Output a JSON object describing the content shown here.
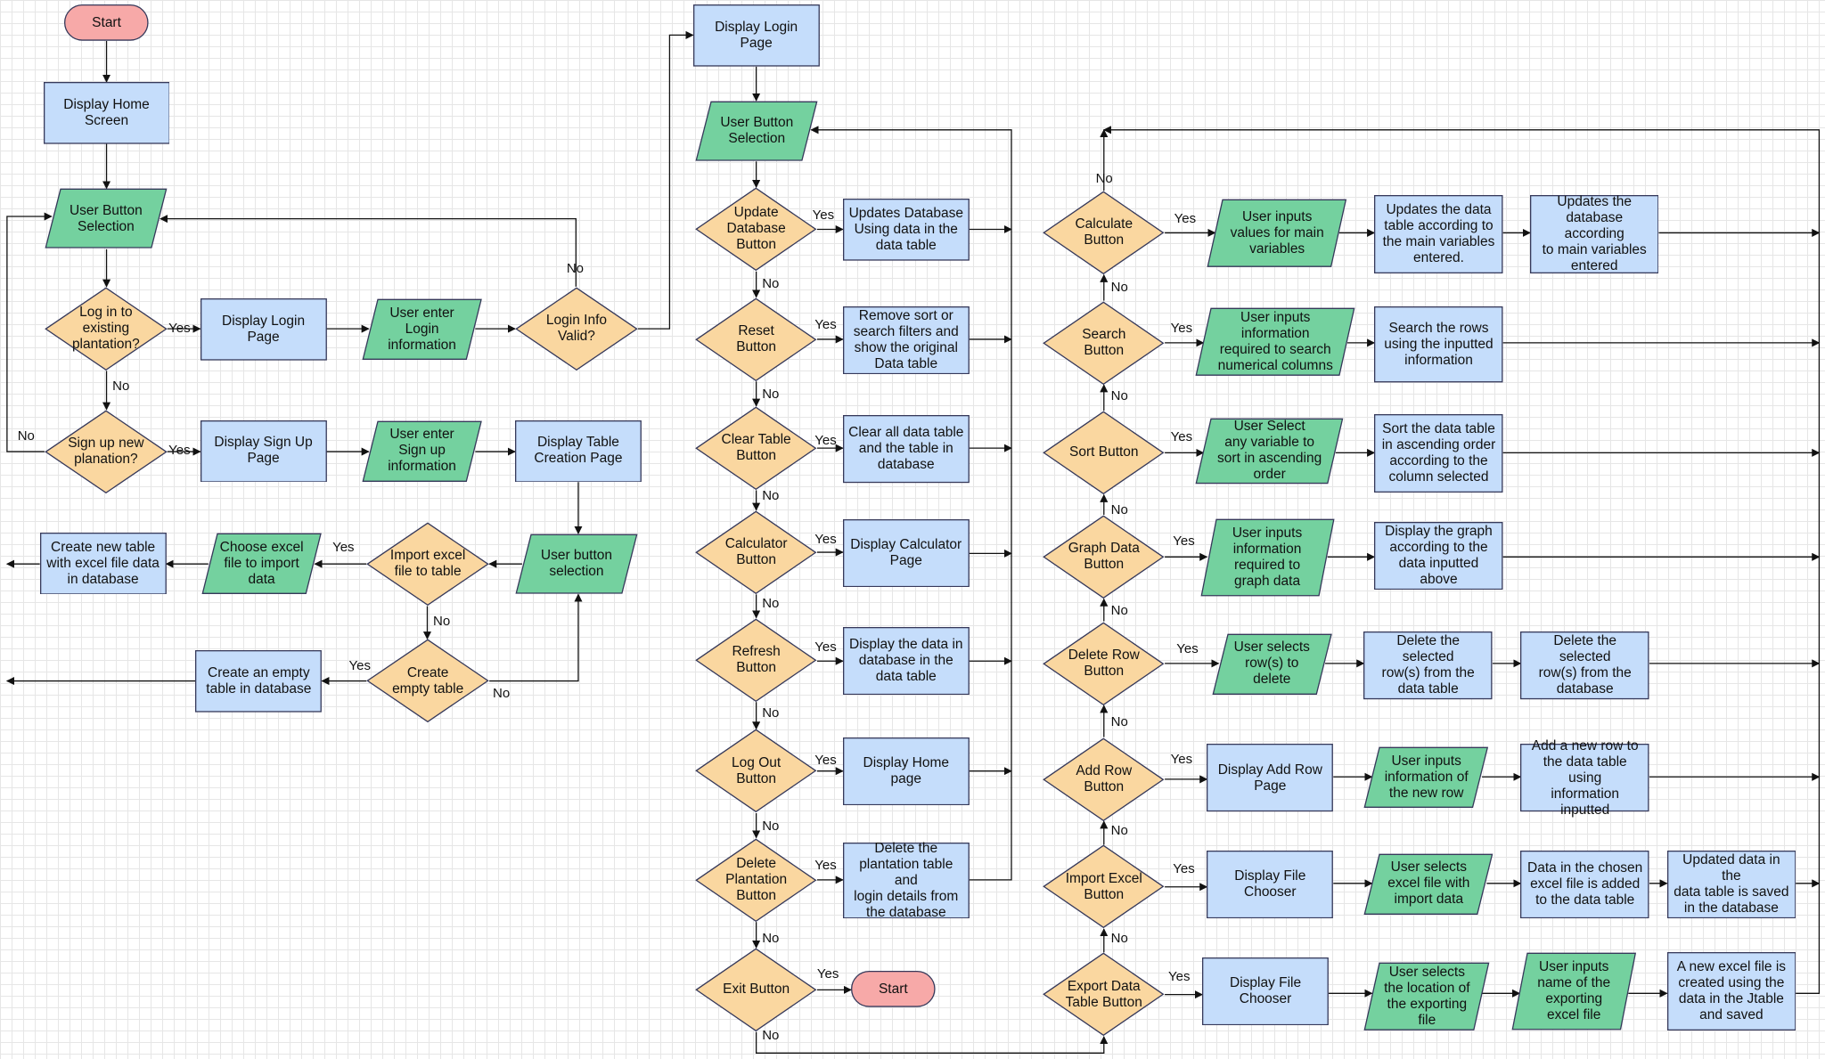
{
  "colors": {
    "terminal_fill": "#f7a9a8",
    "process_fill": "#c5ddfb",
    "decision_fill": "#fad7a0",
    "io_fill": "#74d19f",
    "stroke": "#36395a",
    "edge": "#111111"
  },
  "nodes": [
    {
      "id": "start1",
      "type": "terminal",
      "text": "Start"
    },
    {
      "id": "disp_home",
      "type": "process",
      "text": "Display Home\nScreen"
    },
    {
      "id": "ubs1",
      "type": "io",
      "text": "User Button\nSelection"
    },
    {
      "id": "d_login",
      "type": "decision",
      "text": "Log in to\nexisting\nplantation?"
    },
    {
      "id": "disp_login1",
      "type": "process",
      "text": "Display Login Page"
    },
    {
      "id": "user_login",
      "type": "io",
      "text": "User enter\nLogin\ninformation"
    },
    {
      "id": "d_valid",
      "type": "decision",
      "text": "Login Info\nValid?"
    },
    {
      "id": "d_signup",
      "type": "decision",
      "text": "Sign up new\nplanation?"
    },
    {
      "id": "disp_signup",
      "type": "process",
      "text": "Display Sign Up\nPage"
    },
    {
      "id": "user_signup",
      "type": "io",
      "text": "User enter\nSign up\ninformation"
    },
    {
      "id": "disp_table_create",
      "type": "process",
      "text": "Display Table\nCreation Page"
    },
    {
      "id": "ubs_small",
      "type": "io",
      "text": "User button\nselection"
    },
    {
      "id": "d_import",
      "type": "decision",
      "text": "Import excel\nfile to table"
    },
    {
      "id": "choose_excel",
      "type": "io",
      "text": "Choose excel\nfile to import\ndata"
    },
    {
      "id": "create_new_table",
      "type": "process",
      "text": "Create new table\nwith excel file data\nin database"
    },
    {
      "id": "d_empty",
      "type": "decision",
      "text": "Create\nempty table"
    },
    {
      "id": "create_empty",
      "type": "process",
      "text": "Create an empty\ntable in database"
    },
    {
      "id": "disp_login2",
      "type": "process",
      "text": "Display Login Page"
    },
    {
      "id": "ubs2",
      "type": "io",
      "text": "User Button\nSelection"
    },
    {
      "id": "d_update",
      "type": "decision",
      "text": "Update\nDatabase\nButton"
    },
    {
      "id": "p_update",
      "type": "process",
      "text": "Updates Database\nUsing data in the\ndata table"
    },
    {
      "id": "d_reset",
      "type": "decision",
      "text": "Reset\nButton"
    },
    {
      "id": "p_reset",
      "type": "process",
      "text": "Remove sort or\nsearch filters and\nshow the original\nData table"
    },
    {
      "id": "d_clear",
      "type": "decision",
      "text": "Clear Table\nButton"
    },
    {
      "id": "p_clear",
      "type": "process",
      "text": "Clear all data table\nand the table in\ndatabase"
    },
    {
      "id": "d_calc_btn",
      "type": "decision",
      "text": "Calculator\nButton"
    },
    {
      "id": "p_calc_page",
      "type": "process",
      "text": "Display Calculator\nPage"
    },
    {
      "id": "d_refresh",
      "type": "decision",
      "text": "Refresh\nButton"
    },
    {
      "id": "p_refresh",
      "type": "process",
      "text": "Display the data in\ndatabase in the\ndata table"
    },
    {
      "id": "d_logout",
      "type": "decision",
      "text": "Log Out\nButton"
    },
    {
      "id": "p_logout",
      "type": "process",
      "text": "Display Home page"
    },
    {
      "id": "d_delplant",
      "type": "decision",
      "text": "Delete\nPlantation\nButton"
    },
    {
      "id": "p_delplant",
      "type": "process",
      "text": "Delete the\nplantation table and\nlogin details from\nthe database"
    },
    {
      "id": "d_exit",
      "type": "decision",
      "text": "Exit Button"
    },
    {
      "id": "start2",
      "type": "terminal",
      "text": "Start"
    },
    {
      "id": "d_calculate",
      "type": "decision",
      "text": "Calculate\nButton"
    },
    {
      "id": "io_calc",
      "type": "io",
      "text": "User inputs\nvalues for main\nvariables"
    },
    {
      "id": "p_calc1",
      "type": "process",
      "text": "Updates the data\ntable according to\nthe main variables\nentered."
    },
    {
      "id": "p_calc2",
      "type": "process",
      "text": "Updates the\ndatabase according\nto main variables\nentered"
    },
    {
      "id": "d_search",
      "type": "decision",
      "text": "Search\nButton"
    },
    {
      "id": "io_search",
      "type": "io",
      "text": "User inputs\ninformation\nrequired to search\nnumerical columns"
    },
    {
      "id": "p_search",
      "type": "process",
      "text": "Search the rows\nusing the inputted\ninformation"
    },
    {
      "id": "d_sort",
      "type": "decision",
      "text": "Sort Button"
    },
    {
      "id": "io_sort",
      "type": "io",
      "text": "User Select\nany variable to\nsort in ascending\norder"
    },
    {
      "id": "p_sort",
      "type": "process",
      "text": "Sort the data table\nin ascending order\naccording to the\ncolumn selected"
    },
    {
      "id": "d_graph",
      "type": "decision",
      "text": "Graph Data\nButton"
    },
    {
      "id": "io_graph",
      "type": "io",
      "text": "User inputs\ninformation\nrequired to\ngraph data"
    },
    {
      "id": "p_graph",
      "type": "process",
      "text": "Display the graph\naccording to the\ndata inputted above"
    },
    {
      "id": "d_delrow",
      "type": "decision",
      "text": "Delete Row\nButton"
    },
    {
      "id": "io_delrow",
      "type": "io",
      "text": "User selects\nrow(s) to\ndelete"
    },
    {
      "id": "p_delrow1",
      "type": "process",
      "text": "Delete the selected\nrow(s) from the\ndata table"
    },
    {
      "id": "p_delrow2",
      "type": "process",
      "text": "Delete the selected\nrow(s) from the\ndatabase"
    },
    {
      "id": "d_addrow",
      "type": "decision",
      "text": "Add Row\nButton"
    },
    {
      "id": "p_addrow_page",
      "type": "process",
      "text": "Display Add Row\nPage"
    },
    {
      "id": "io_addrow",
      "type": "io",
      "text": "User inputs\ninformation of\nthe new row"
    },
    {
      "id": "p_addrow",
      "type": "process",
      "text": "Add a new row to\nthe data table using\ninformation inputted"
    },
    {
      "id": "d_importexcel",
      "type": "decision",
      "text": "Import Excel\nButton"
    },
    {
      "id": "p_filechooser1",
      "type": "process",
      "text": "Display File\nChooser"
    },
    {
      "id": "io_import",
      "type": "io",
      "text": "User selects\nexcel file with\nimport data"
    },
    {
      "id": "p_import1",
      "type": "process",
      "text": "Data in the chosen\nexcel file is added\nto the data table"
    },
    {
      "id": "p_import2",
      "type": "process",
      "text": "Updated data in the\ndata table is saved\nin the database"
    },
    {
      "id": "d_export",
      "type": "decision",
      "text": "Export Data\nTable Button"
    },
    {
      "id": "p_filechooser2",
      "type": "process",
      "text": "Display File\nChooser"
    },
    {
      "id": "io_export_loc",
      "type": "io",
      "text": "User selects\nthe location of\nthe exporting\nfile"
    },
    {
      "id": "io_export_name",
      "type": "io",
      "text": "User inputs\nname of the\nexporting\nexcel file"
    },
    {
      "id": "p_export",
      "type": "process",
      "text": "A new excel file is\ncreated using the\ndata in the Jtable\nand saved"
    }
  ],
  "edges": [
    {
      "from": "start1",
      "to": "disp_home",
      "label": ""
    },
    {
      "from": "disp_home",
      "to": "ubs1",
      "label": ""
    },
    {
      "from": "ubs1",
      "to": "d_login",
      "label": ""
    },
    {
      "from": "d_login",
      "to": "disp_login1",
      "label": "Yes"
    },
    {
      "from": "d_login",
      "to": "d_signup",
      "label": "No"
    },
    {
      "from": "disp_login1",
      "to": "user_login",
      "label": ""
    },
    {
      "from": "user_login",
      "to": "d_valid",
      "label": ""
    },
    {
      "from": "d_valid",
      "to": "ubs1",
      "label": "No"
    },
    {
      "from": "d_valid",
      "to": "disp_login2",
      "label": ""
    },
    {
      "from": "d_signup",
      "to": "disp_signup",
      "label": "Yes"
    },
    {
      "from": "d_signup",
      "to": "ubs1",
      "label": "No"
    },
    {
      "from": "disp_signup",
      "to": "user_signup",
      "label": ""
    },
    {
      "from": "user_signup",
      "to": "disp_table_create",
      "label": ""
    },
    {
      "from": "disp_table_create",
      "to": "ubs_small",
      "label": ""
    },
    {
      "from": "ubs_small",
      "to": "d_import",
      "label": ""
    },
    {
      "from": "d_import",
      "to": "choose_excel",
      "label": "Yes"
    },
    {
      "from": "d_import",
      "to": "d_empty",
      "label": "No"
    },
    {
      "from": "choose_excel",
      "to": "create_new_table",
      "label": ""
    },
    {
      "from": "create_new_table",
      "to": "ubs1",
      "label": ""
    },
    {
      "from": "d_empty",
      "to": "create_empty",
      "label": "Yes"
    },
    {
      "from": "d_empty",
      "to": "ubs_small",
      "label": "No"
    },
    {
      "from": "create_empty",
      "to": "ubs1",
      "label": ""
    },
    {
      "from": "disp_login2",
      "to": "ubs2",
      "label": ""
    },
    {
      "from": "ubs2",
      "to": "d_update",
      "label": ""
    },
    {
      "from": "d_update",
      "to": "p_update",
      "label": "Yes"
    },
    {
      "from": "d_update",
      "to": "d_reset",
      "label": "No"
    },
    {
      "from": "d_reset",
      "to": "p_reset",
      "label": "Yes"
    },
    {
      "from": "d_reset",
      "to": "d_clear",
      "label": "No"
    },
    {
      "from": "d_clear",
      "to": "p_clear",
      "label": "Yes"
    },
    {
      "from": "d_clear",
      "to": "d_calc_btn",
      "label": "No"
    },
    {
      "from": "d_calc_btn",
      "to": "p_calc_page",
      "label": "Yes"
    },
    {
      "from": "d_calc_btn",
      "to": "d_refresh",
      "label": "No"
    },
    {
      "from": "d_refresh",
      "to": "p_refresh",
      "label": "Yes"
    },
    {
      "from": "d_refresh",
      "to": "d_logout",
      "label": "No"
    },
    {
      "from": "d_logout",
      "to": "p_logout",
      "label": "Yes"
    },
    {
      "from": "d_logout",
      "to": "d_delplant",
      "label": "No"
    },
    {
      "from": "d_delplant",
      "to": "p_delplant",
      "label": "Yes"
    },
    {
      "from": "d_delplant",
      "to": "d_exit",
      "label": "No"
    },
    {
      "from": "d_exit",
      "to": "start2",
      "label": "Yes"
    },
    {
      "from": "d_exit",
      "to": "d_export",
      "label": "No"
    },
    {
      "from": "p_update",
      "to": "ubs2",
      "label": ""
    },
    {
      "from": "p_reset",
      "to": "ubs2",
      "label": ""
    },
    {
      "from": "p_clear",
      "to": "ubs2",
      "label": ""
    },
    {
      "from": "p_calc_page",
      "to": "ubs2",
      "label": ""
    },
    {
      "from": "p_refresh",
      "to": "ubs2",
      "label": ""
    },
    {
      "from": "p_logout",
      "to": "ubs2",
      "label": ""
    },
    {
      "from": "p_delplant",
      "to": "ubs2",
      "label": ""
    },
    {
      "from": "d_export",
      "to": "d_importexcel",
      "label": "No"
    },
    {
      "from": "d_importexcel",
      "to": "d_addrow",
      "label": "No"
    },
    {
      "from": "d_addrow",
      "to": "d_delrow",
      "label": "No"
    },
    {
      "from": "d_delrow",
      "to": "d_graph",
      "label": "No"
    },
    {
      "from": "d_graph",
      "to": "d_sort",
      "label": "No"
    },
    {
      "from": "d_sort",
      "to": "d_search",
      "label": "No"
    },
    {
      "from": "d_search",
      "to": "d_calculate",
      "label": "No"
    },
    {
      "from": "d_calculate",
      "to": "ubs2",
      "label": "No"
    },
    {
      "from": "d_calculate",
      "to": "io_calc",
      "label": "Yes"
    },
    {
      "from": "io_calc",
      "to": "p_calc1",
      "label": ""
    },
    {
      "from": "p_calc1",
      "to": "p_calc2",
      "label": ""
    },
    {
      "from": "d_search",
      "to": "io_search",
      "label": "Yes"
    },
    {
      "from": "io_search",
      "to": "p_search",
      "label": ""
    },
    {
      "from": "d_sort",
      "to": "io_sort",
      "label": "Yes"
    },
    {
      "from": "io_sort",
      "to": "p_sort",
      "label": ""
    },
    {
      "from": "d_graph",
      "to": "io_graph",
      "label": "Yes"
    },
    {
      "from": "io_graph",
      "to": "p_graph",
      "label": ""
    },
    {
      "from": "d_delrow",
      "to": "io_delrow",
      "label": "Yes"
    },
    {
      "from": "io_delrow",
      "to": "p_delrow1",
      "label": ""
    },
    {
      "from": "p_delrow1",
      "to": "p_delrow2",
      "label": ""
    },
    {
      "from": "d_addrow",
      "to": "p_addrow_page",
      "label": "Yes"
    },
    {
      "from": "p_addrow_page",
      "to": "io_addrow",
      "label": ""
    },
    {
      "from": "io_addrow",
      "to": "p_addrow",
      "label": ""
    },
    {
      "from": "d_importexcel",
      "to": "p_filechooser1",
      "label": "Yes"
    },
    {
      "from": "p_filechooser1",
      "to": "io_import",
      "label": ""
    },
    {
      "from": "io_import",
      "to": "p_import1",
      "label": ""
    },
    {
      "from": "p_import1",
      "to": "p_import2",
      "label": ""
    },
    {
      "from": "d_export",
      "to": "p_filechooser2",
      "label": "Yes"
    },
    {
      "from": "p_filechooser2",
      "to": "io_export_loc",
      "label": ""
    },
    {
      "from": "io_export_loc",
      "to": "io_export_name",
      "label": ""
    },
    {
      "from": "io_export_name",
      "to": "p_export",
      "label": ""
    },
    {
      "from": "p_calc2",
      "to": "ubs2",
      "label": ""
    },
    {
      "from": "p_search",
      "to": "ubs2",
      "label": ""
    },
    {
      "from": "p_sort",
      "to": "ubs2",
      "label": ""
    },
    {
      "from": "p_graph",
      "to": "ubs2",
      "label": ""
    },
    {
      "from": "p_delrow2",
      "to": "ubs2",
      "label": ""
    },
    {
      "from": "p_addrow",
      "to": "ubs2",
      "label": ""
    },
    {
      "from": "p_import2",
      "to": "ubs2",
      "label": ""
    },
    {
      "from": "p_export",
      "to": "ubs2",
      "label": ""
    }
  ]
}
